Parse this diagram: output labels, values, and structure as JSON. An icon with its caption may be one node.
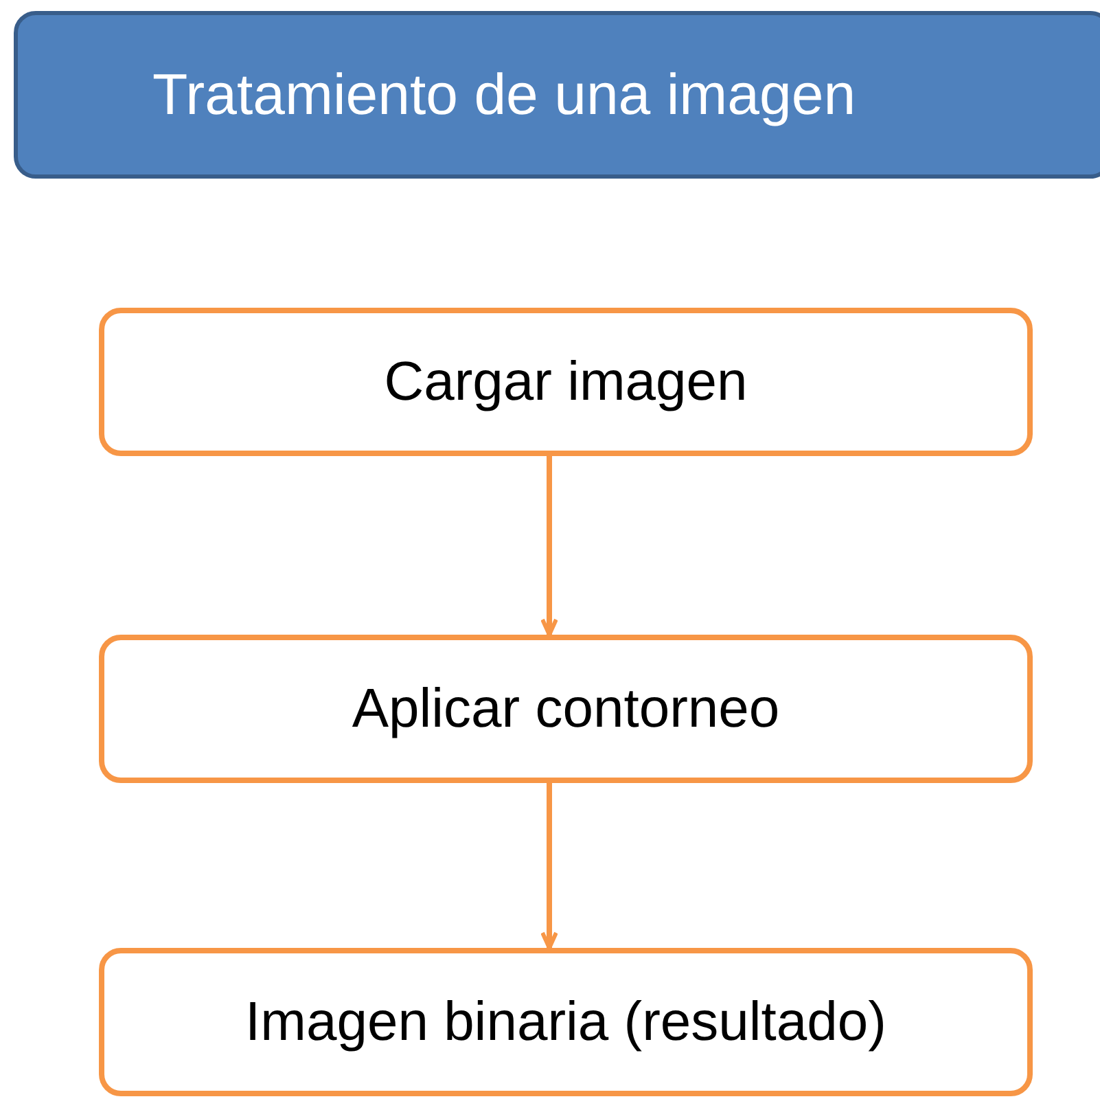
{
  "diagram": {
    "title": "Tratamiento de una imagen",
    "nodes": [
      {
        "text": [
          "Cargar imagen"
        ]
      },
      {
        "text": [
          "Aplicar contorneo"
        ]
      },
      {
        "text": [
          "Imagen binaria (resultado)"
        ]
      }
    ],
    "edges": [
      {
        "from": 0,
        "to": 1,
        "arrow": "to"
      },
      {
        "from": 1,
        "to": 2,
        "arrow": "to"
      }
    ]
  }
}
